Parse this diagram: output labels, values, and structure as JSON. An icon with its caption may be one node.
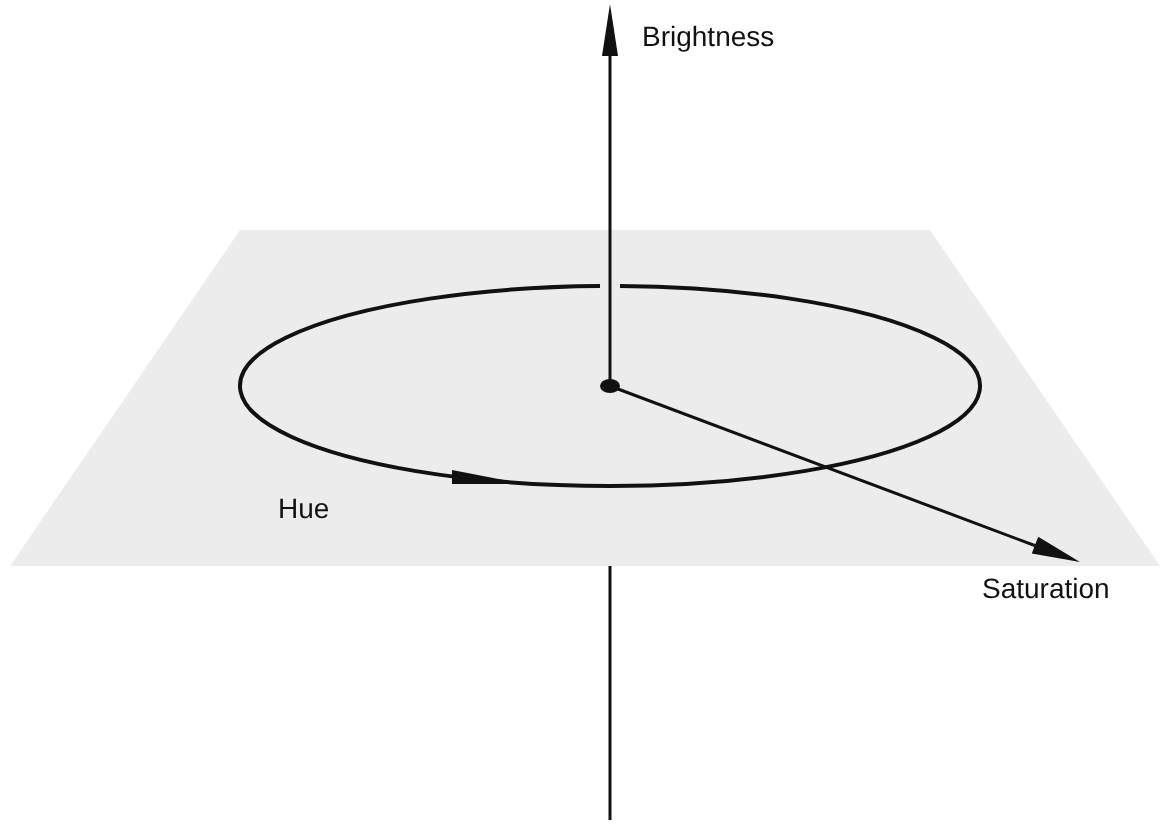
{
  "diagram": {
    "labels": [
      "Brightness",
      "Hue",
      "Saturation"
    ]
  }
}
